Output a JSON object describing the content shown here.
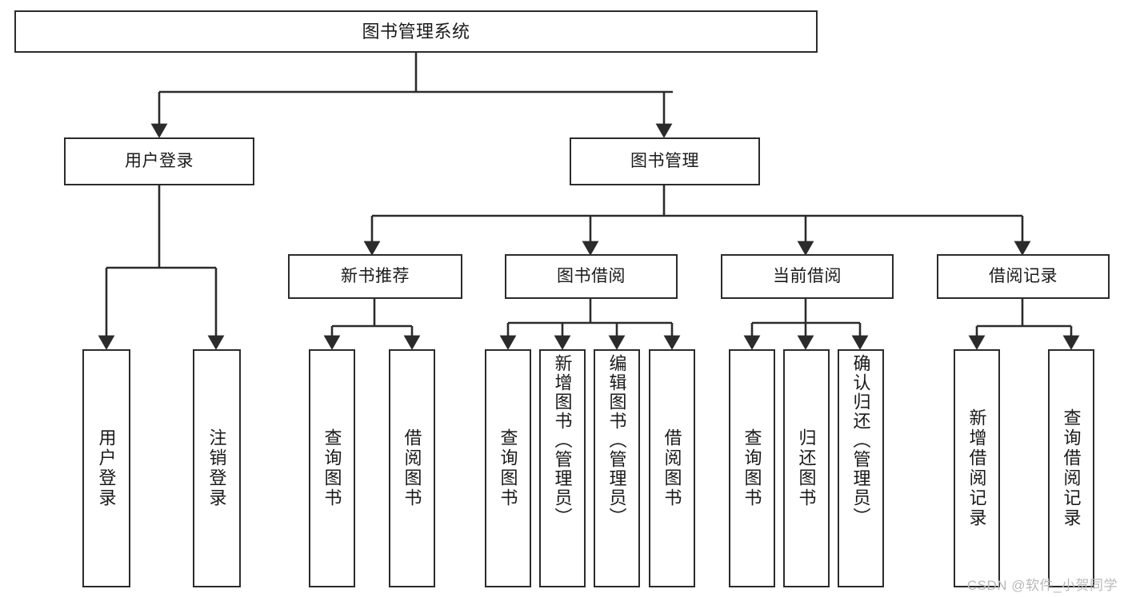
{
  "diagram": {
    "title": "图书管理系统",
    "type": "tree",
    "background": "#ffffff",
    "box_border_color": "#2b2b2b",
    "connector_color": "#2b2b2b",
    "watermark": "CSDN @软件_小贺同学",
    "nodes": {
      "root": {
        "label": "图书管理系统"
      },
      "l1": [
        {
          "label": "用户登录"
        },
        {
          "label": "图书管理"
        }
      ],
      "l2": [
        {
          "label": "新书推荐"
        },
        {
          "label": "图书借阅"
        },
        {
          "label": "当前借阅"
        },
        {
          "label": "借阅记录"
        }
      ],
      "leaves": {
        "user_login": [
          {
            "label": "用户登录"
          },
          {
            "label": "注销登录"
          }
        ],
        "new_book_recommend": [
          {
            "label": "查询图书"
          },
          {
            "label": "借阅图书"
          }
        ],
        "book_borrow": [
          {
            "label": "查询图书"
          },
          {
            "label": "新增图书（管理员）"
          },
          {
            "label": "编辑图书（管理员）"
          },
          {
            "label": "借阅图书"
          }
        ],
        "current_borrow": [
          {
            "label": "查询图书"
          },
          {
            "label": "归还图书"
          },
          {
            "label": "确认归还（管理员）"
          }
        ],
        "borrow_record": [
          {
            "label": "新增借阅记录"
          },
          {
            "label": "查询借阅记录"
          }
        ]
      }
    }
  }
}
